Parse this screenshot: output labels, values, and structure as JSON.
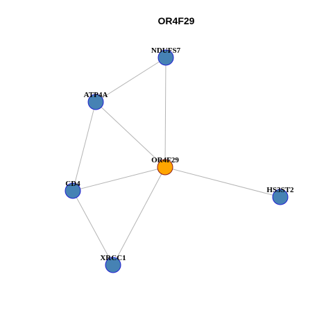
{
  "graph": {
    "title": "OR4F29",
    "colors": {
      "default_fill": "#4682b4",
      "default_stroke": "#1f1fd0",
      "focus_fill": "#ffa500",
      "focus_stroke": "#8b1a1a",
      "edge": "#b4b4b4"
    },
    "nodes": [
      {
        "id": "NDUFS7",
        "label": "NDUFS7",
        "focus": false
      },
      {
        "id": "ATP4A",
        "label": "ATP4A",
        "focus": false
      },
      {
        "id": "OR4F29",
        "label": "OR4F29",
        "focus": true
      },
      {
        "id": "CD4",
        "label": "CD4",
        "focus": false
      },
      {
        "id": "HS3ST2",
        "label": "HS3ST2",
        "focus": false
      },
      {
        "id": "XRCC1",
        "label": "XRCC1",
        "focus": false
      }
    ],
    "edges": [
      {
        "source": "NDUFS7",
        "target": "ATP4A"
      },
      {
        "source": "NDUFS7",
        "target": "OR4F29"
      },
      {
        "source": "ATP4A",
        "target": "OR4F29"
      },
      {
        "source": "ATP4A",
        "target": "CD4"
      },
      {
        "source": "CD4",
        "target": "OR4F29"
      },
      {
        "source": "OR4F29",
        "target": "HS3ST2"
      },
      {
        "source": "OR4F29",
        "target": "XRCC1"
      },
      {
        "source": "CD4",
        "target": "XRCC1"
      }
    ]
  }
}
